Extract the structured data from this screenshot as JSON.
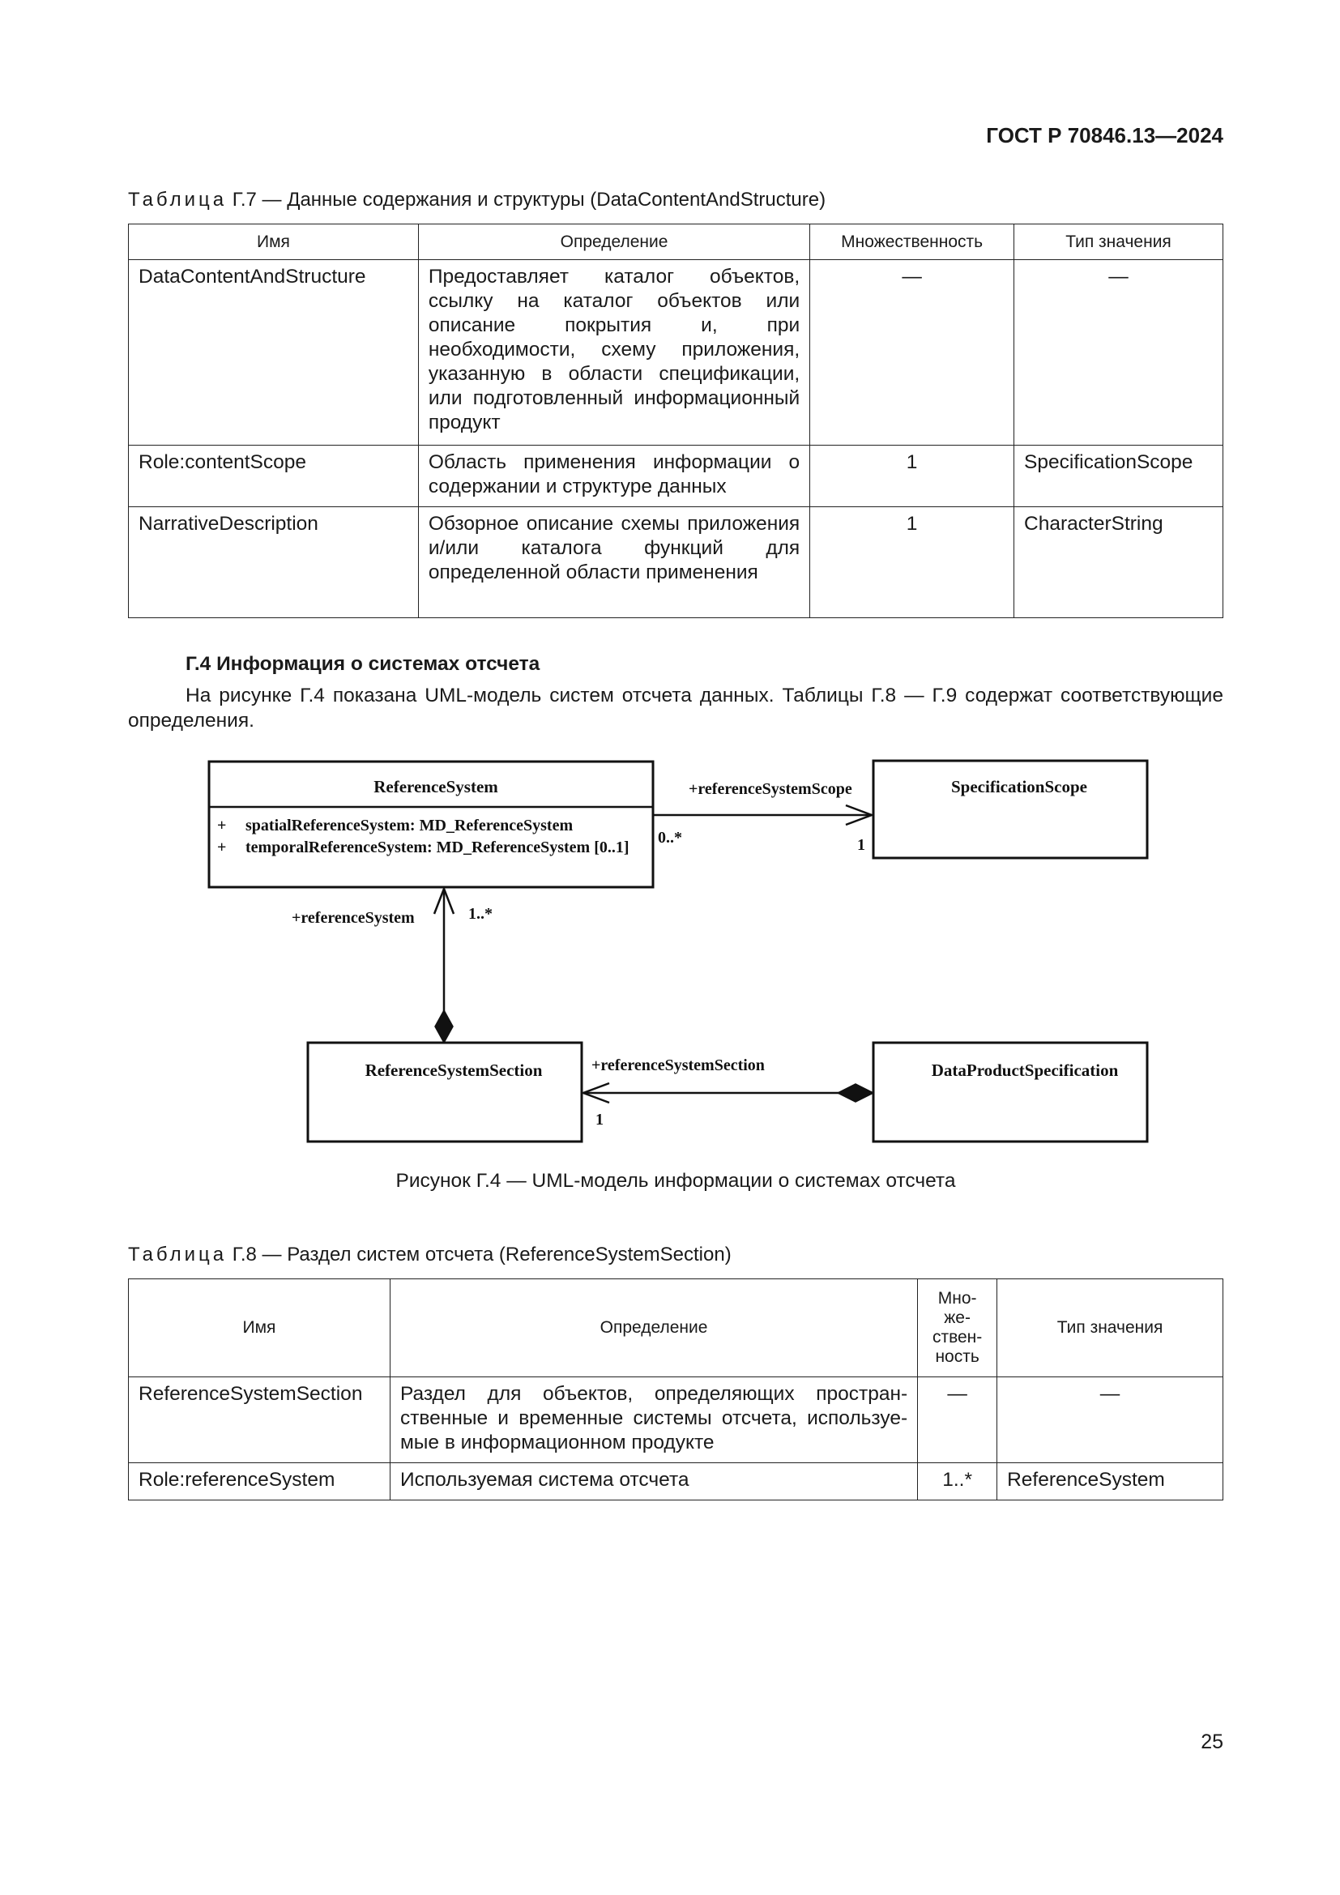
{
  "header": {
    "doc_id": "ГОСТ Р 70846.13—2024"
  },
  "table7": {
    "caption_prefix": "Таблица",
    "caption_rest": " Г.7 — Данные содержания и структуры (DataContentAndStructure)",
    "headers": [
      "Имя",
      "Определение",
      "Множественность",
      "Тип значения"
    ],
    "rows": [
      {
        "name": "DataContentAndStructure",
        "definition": "Предоставляет каталог объектов, ссылку на каталог объектов или описание покрытия и, при необходимости, схему приложения, указанную в области спецификации, или подготовленный информационный продукт",
        "multiplicity": "—",
        "type": "—"
      },
      {
        "name": "Role:contentScope",
        "definition": "Область применения информации о содержании и структуре данных",
        "multiplicity": "1",
        "type": "SpecificationScope"
      },
      {
        "name": "NarrativeDescription",
        "definition": "Обзорное описание схемы приложения и/или каталога функций для определенной области применения",
        "multiplicity": "1",
        "type": "CharacterString"
      }
    ]
  },
  "section": {
    "heading": "Г.4 Информация о системах отсчета",
    "paragraph": "На рисунке Г.4 показана UML-модель систем отсчета данных. Таблицы Г.8 — Г.9 содержат соответствующие определения."
  },
  "diagram": {
    "classes": {
      "reference_system": "ReferenceSystem",
      "attr1": "spatialReferenceSystem: MD_ReferenceSystem",
      "attr2": "temporalReferenceSystem: MD_ReferenceSystem [0..1]",
      "attr_visibility": "+",
      "specification_scope": "SpecificationScope",
      "reference_system_section": "ReferenceSystemSection",
      "data_product_specification": "DataProductSpecification"
    },
    "labels": {
      "scope_role": "+referenceSystemScope",
      "scope_src_mult": "0..*",
      "scope_dst_mult": "1",
      "ref_role": "+referenceSystem",
      "ref_mult": "1..*",
      "section_role": "+referenceSystemSection",
      "section_mult": "1"
    },
    "caption": "Рисунок Г.4 — UML-модель информации о системах отсчета"
  },
  "table8": {
    "caption_prefix": "Таблица",
    "caption_rest": " Г.8 — Раздел систем отсчета (ReferenceSystemSection)",
    "headers": [
      "Имя",
      "Определение",
      "Мно-\nже-\nствен-\nность",
      "Тип значения"
    ],
    "rows": [
      {
        "name": "ReferenceSystemSection",
        "definition": "Раздел для объектов, определяющих простран-ственные и временные системы отсчета, используе-мые в информационном продукте",
        "multiplicity": "—",
        "type": "—"
      },
      {
        "name": "Role:referenceSystem",
        "definition": "Используемая система отсчета",
        "multiplicity": "1..*",
        "type": "ReferenceSystem"
      }
    ]
  },
  "page_number": "25"
}
